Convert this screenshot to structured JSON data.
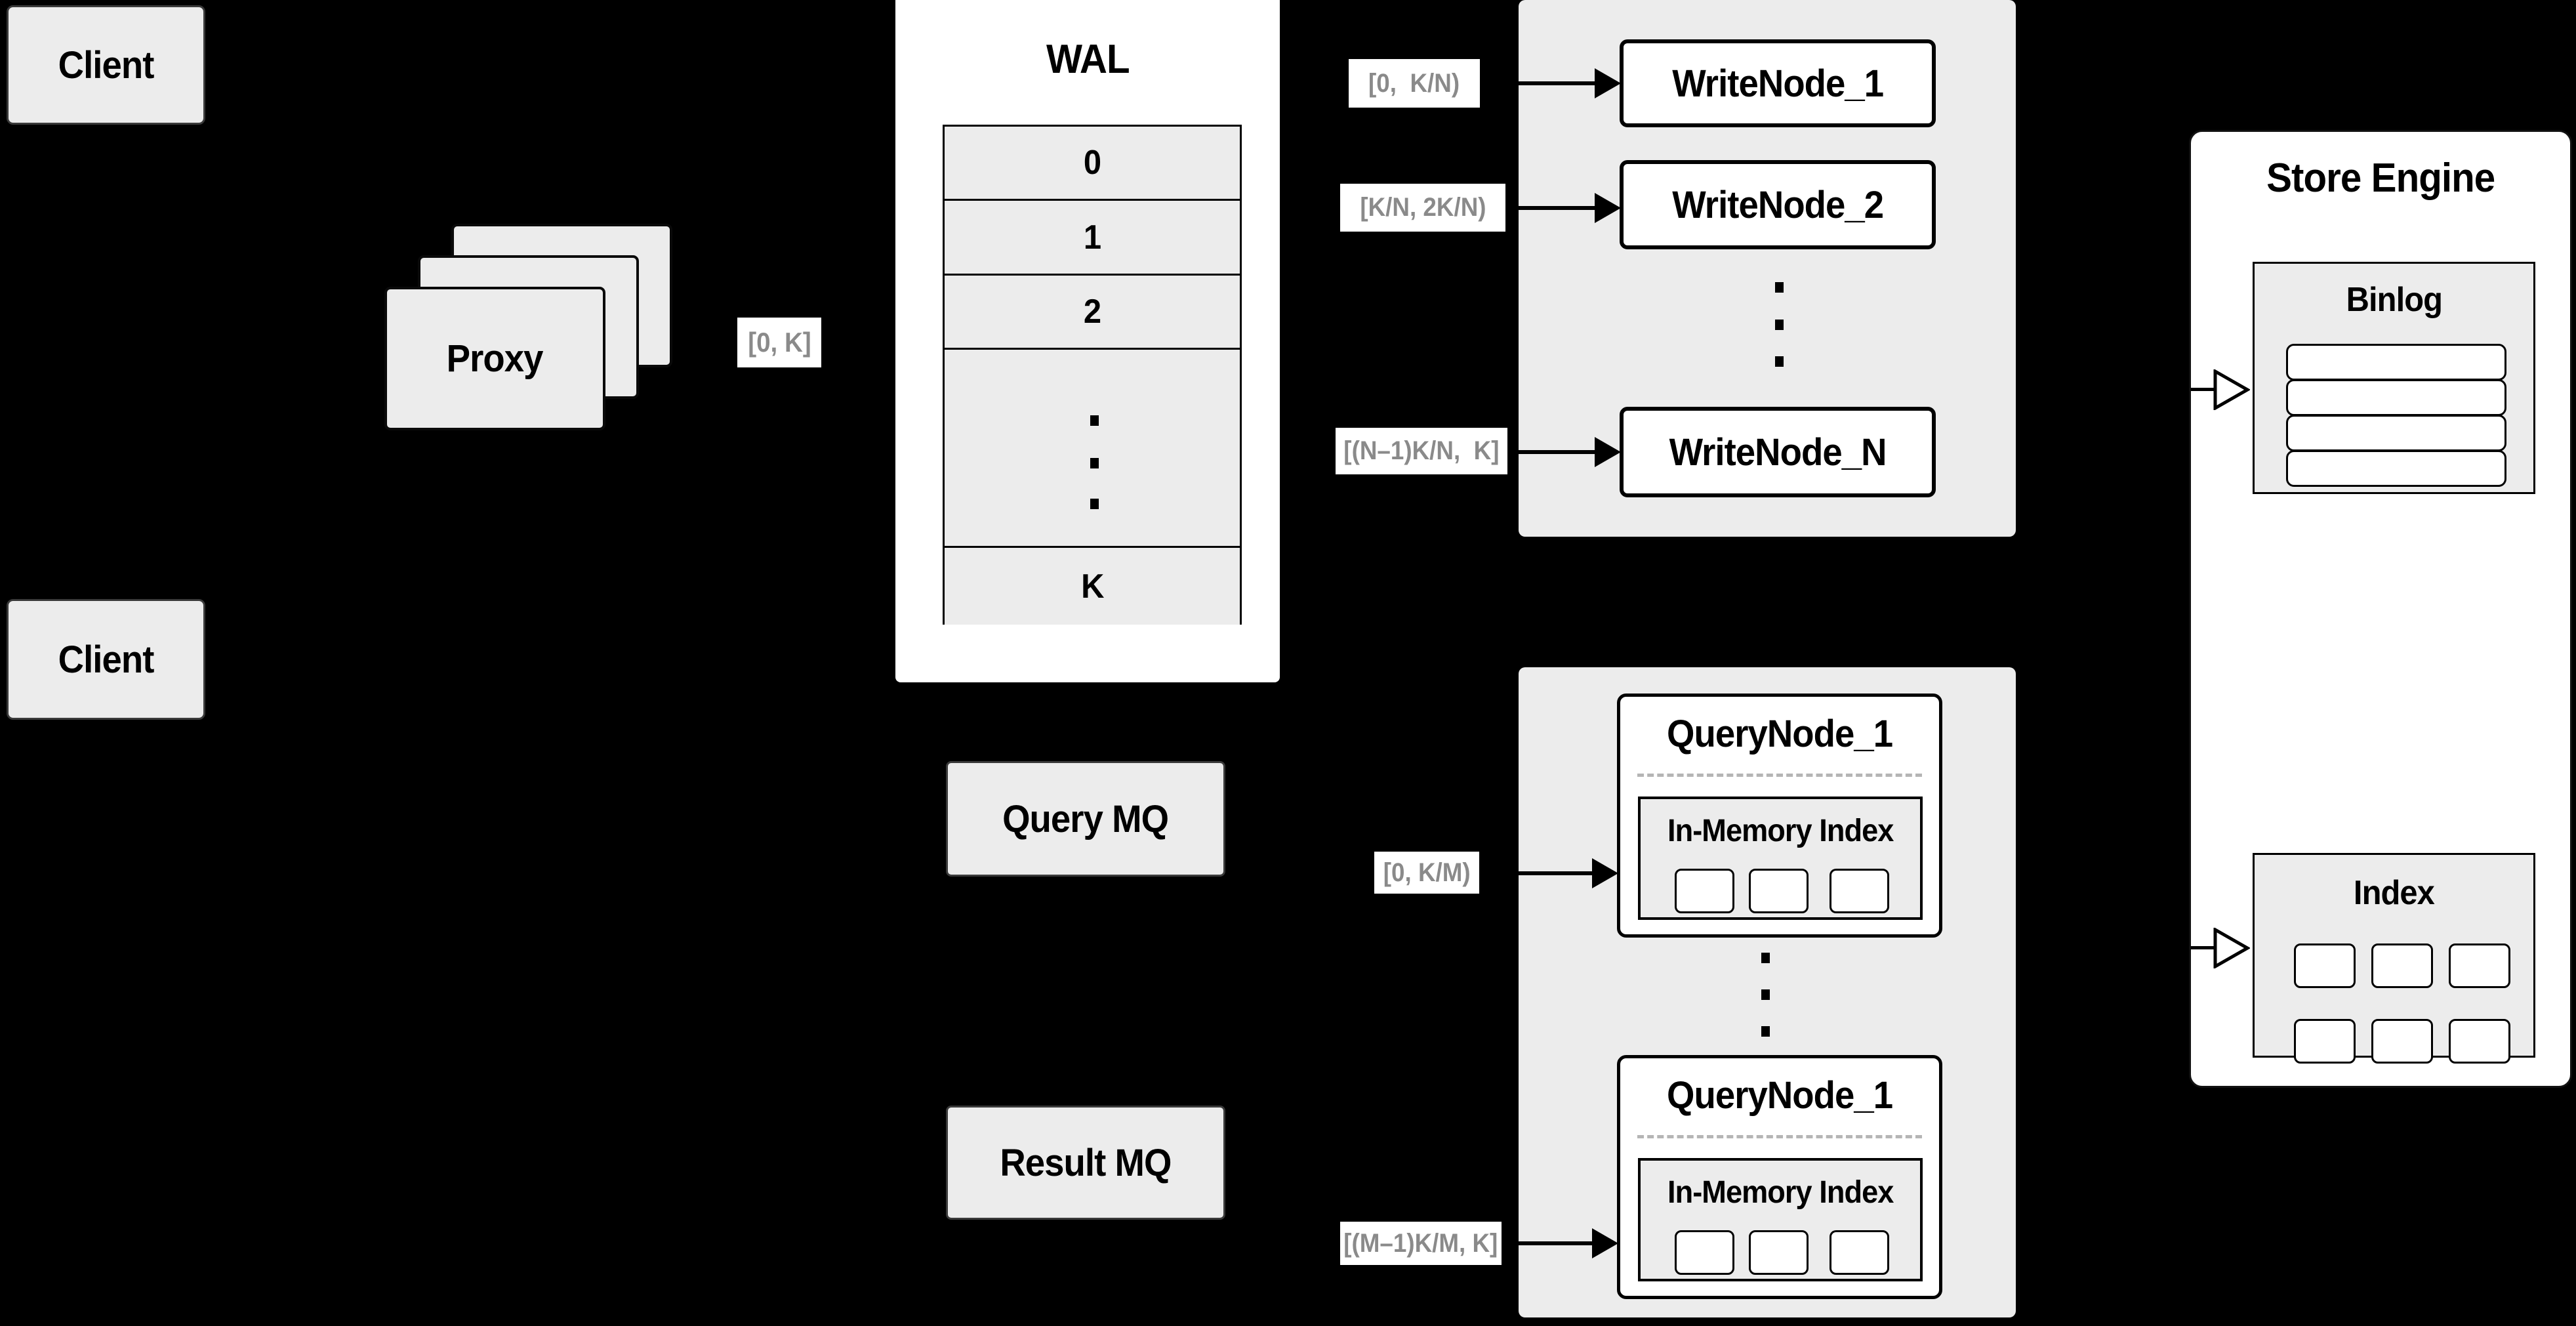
{
  "colors": {
    "background": "#000000",
    "box_fill": "#ececec",
    "node_fill": "#ffffff",
    "border": "#000000",
    "range_label_text": "#8a8a8a"
  },
  "client_top": "Client",
  "client_bottom": "Client",
  "proxy": "Proxy",
  "ingest_range": "[0, K]",
  "wal": {
    "title": "WAL",
    "rows": [
      "0",
      "1",
      "2"
    ],
    "last_row": "K"
  },
  "write_nodes": {
    "items": [
      {
        "label": "WriteNode_1",
        "range": "[0,  K/N)"
      },
      {
        "label": "WriteNode_2",
        "range": "[K/N, 2K/N)"
      },
      {
        "label": "WriteNode_N",
        "range": "[(N–1)K/N,  K]"
      }
    ]
  },
  "mq": {
    "query": "Query MQ",
    "result": "Result MQ"
  },
  "query_nodes": {
    "items": [
      {
        "title": "QueryNode_1",
        "inner_title": "In-Memory Index",
        "range": "[0, K/M)"
      },
      {
        "title": "QueryNode_1",
        "inner_title": "In-Memory Index",
        "range": "[(M–1)K/M, K]"
      }
    ]
  },
  "store_engine": {
    "title": "Store Engine",
    "binlog_title": "Binlog",
    "index_title": "Index"
  }
}
